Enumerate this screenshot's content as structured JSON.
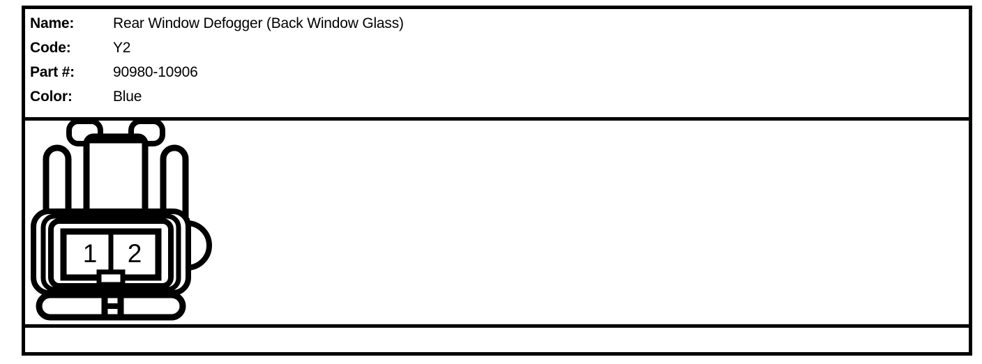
{
  "info": {
    "rows": [
      {
        "label": "Name:",
        "value": "Rear Window Defogger (Back Window Glass)"
      },
      {
        "label": "Code:",
        "value": "Y2"
      },
      {
        "label": "Part #:",
        "value": "90980-10906"
      },
      {
        "label": "Color:",
        "value": "Blue"
      }
    ]
  },
  "diagram": {
    "kind": "connector-face-view",
    "pin_count": 2,
    "pins": [
      {
        "number": "1"
      },
      {
        "number": "2"
      }
    ],
    "line_color": "#000000",
    "background_color": "#ffffff"
  }
}
